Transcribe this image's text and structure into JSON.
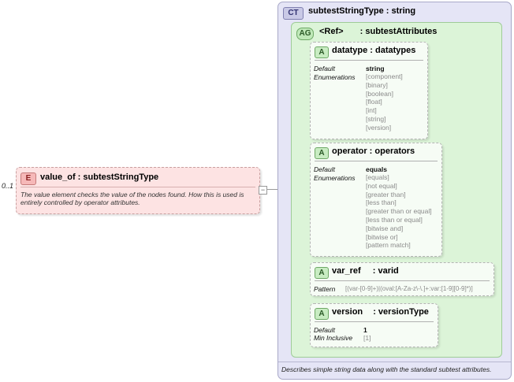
{
  "element": {
    "badge": "E",
    "title": "value_of : subtestStringType",
    "occurs": "0..1",
    "description": "The value element checks the value of the nodes found.  How this is used is entirely controlled by operator attributes."
  },
  "complex_type": {
    "badge": "CT",
    "title": "subtestStringType : string",
    "description": "Describes simple string data along with the standard subtest attributes."
  },
  "attribute_group": {
    "badge": "AG",
    "ref": "<Ref>",
    "name": ": subtestAttributes"
  },
  "attributes": {
    "datatype": {
      "badge": "A",
      "title": "datatype : datatypes",
      "default_label": "Default",
      "default_value": "string",
      "enum_label": "Enumerations",
      "enumerations": [
        "[component]",
        "[binary]",
        "[boolean]",
        "[float]",
        "[int]",
        "[string]",
        "[version]"
      ]
    },
    "operator": {
      "badge": "A",
      "title": "operator : operators",
      "default_label": "Default",
      "default_value": "equals",
      "enum_label": "Enumerations",
      "enumerations": [
        "[equals]",
        "[not equal]",
        "[greater than]",
        "[less than]",
        "[greater than or equal]",
        "[less than or equal]",
        "[bitwise and]",
        "[bitwise or]",
        "[pattern match]"
      ]
    },
    "var_ref": {
      "badge": "A",
      "name": "var_ref",
      "type": ": varid",
      "pattern_label": "Pattern",
      "pattern_value": "[(var-[0-9]+)|(oval:[A-Za-z\\-\\.]+:var:[1-9][0-9]*)]"
    },
    "version": {
      "badge": "A",
      "name": "version",
      "type": ": versionType",
      "default_label": "Default",
      "default_value": "1",
      "min_label": "Min Inclusive",
      "min_value": "[1]"
    }
  }
}
